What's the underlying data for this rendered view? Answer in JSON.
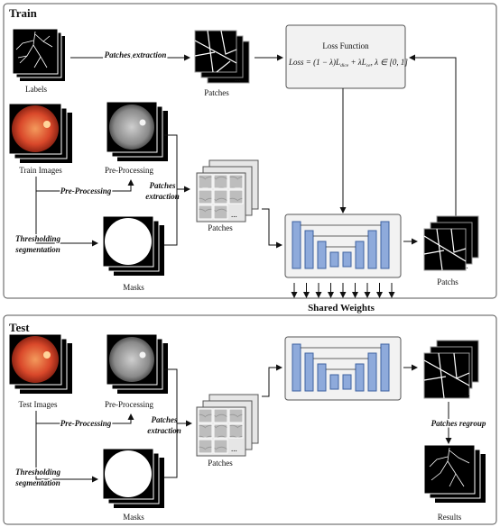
{
  "train": {
    "title": "Train",
    "labels_caption": "Labels",
    "patches_extraction_top": "Patches extraction",
    "patches_top_caption": "Patches",
    "loss_title": "Loss Function",
    "loss_formula_main": "Loss = (1 − λ)L",
    "loss_sub_1": "dice",
    "loss_formula_mid": " + λL",
    "loss_sub_2": "ce",
    "loss_formula_end": ", λ ∈ [0, 1]",
    "train_images_caption": "Train Images",
    "preprocessing_caption": "Pre-Processing",
    "preprocessing_arrow": "Pre-Processing",
    "patches_extraction_mid_1": "Patches",
    "patches_extraction_mid_2": "extraction",
    "patches_mid_caption": "Patches",
    "thresholding_1": "Thresholding",
    "thresholding_2": "segmentation",
    "masks_caption": "Masks",
    "patchs_caption": "Patchs"
  },
  "shared_weights": "Shared Weights",
  "test": {
    "title": "Test",
    "test_images_caption": "Test Images",
    "preprocessing_caption": "Pre-Processing",
    "preprocessing_arrow": "Pre-Processing",
    "patches_extraction_1": "Patches",
    "patches_extraction_2": "extraction",
    "patches_caption": "Patches",
    "thresholding_1": "Thresholding",
    "thresholding_2": "segmentation",
    "masks_caption": "Masks",
    "patches_regroup": "Patches regroup",
    "results_caption": "Results"
  },
  "colors": {
    "unet_bar": "#8eaadb",
    "unet_bar_stroke": "#3f63a0",
    "box_fill": "#f2f2f2",
    "fundus_red": "#d9482a",
    "arrow": "#111111"
  }
}
